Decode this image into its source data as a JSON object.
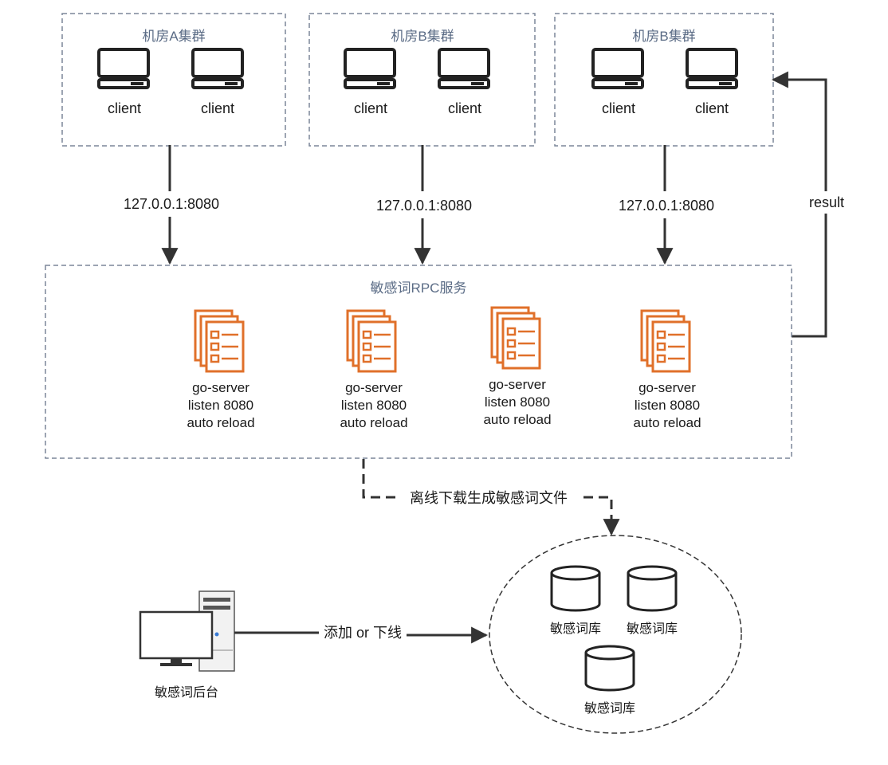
{
  "clusters": [
    {
      "title": "机房A集群",
      "clients": [
        "client",
        "client"
      ],
      "link_label": "127.0.0.1:8080"
    },
    {
      "title": "机房B集群",
      "clients": [
        "client",
        "client"
      ],
      "link_label": "127.0.0.1:8080"
    },
    {
      "title": "机房B集群",
      "clients": [
        "client",
        "client"
      ],
      "link_label": "127.0.0.1:8080"
    }
  ],
  "result_label": "result",
  "service": {
    "title": "敏感词RPC服务",
    "servers": [
      {
        "lines": [
          "go-server",
          "listen 8080",
          "auto reload"
        ]
      },
      {
        "lines": [
          "go-server",
          "listen 8080",
          "auto reload"
        ]
      },
      {
        "lines": [
          "go-server",
          "listen 8080",
          "auto reload"
        ]
      },
      {
        "lines": [
          "go-server",
          "listen 8080",
          "auto reload"
        ]
      }
    ]
  },
  "offline_label": "离线下载生成敏感词文件",
  "admin": {
    "label": "敏感词后台",
    "link_label": "添加 or 下线"
  },
  "databases": [
    "敏感词库",
    "敏感词库",
    "敏感词库"
  ],
  "colors": {
    "dashed_border": "#7b8699",
    "title_text": "#5a6b85",
    "server_icon": "#e0702a",
    "line": "#333333"
  }
}
